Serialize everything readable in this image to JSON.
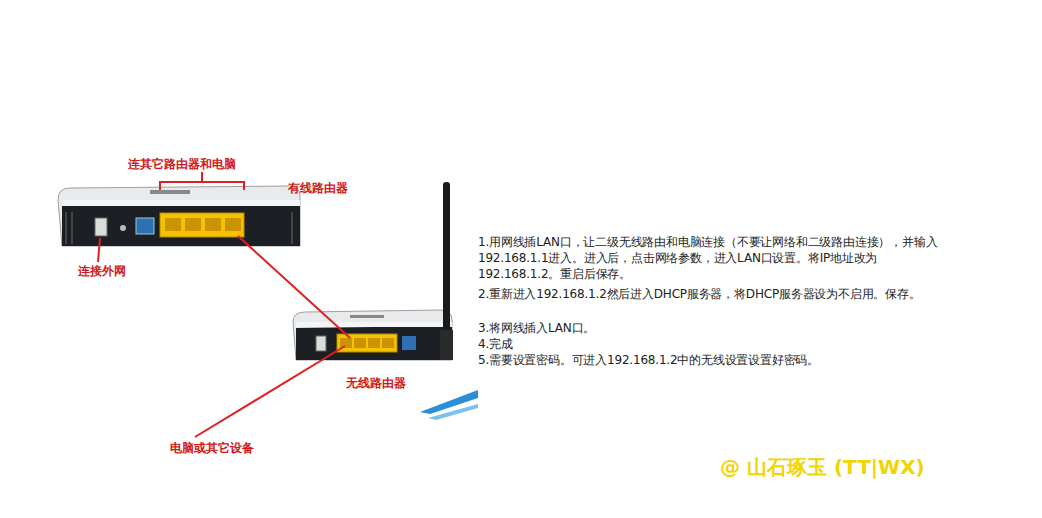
{
  "diagram": {
    "labels": [
      "连其它路由器和电脑",
      "有线路由器",
      "连接外网",
      "无线路由器",
      "电脑或其它设备",
      "1.用网线插LAN口，让二级无线路由和电脑连接（不要让网络和二级路由连接），并输入192.168.1.1进入。进入后，点击网络参数，进入LAN口设置。将IP地址改为192.168.1.2。重启后保存。",
      "2.重新进入192.168.1.2然后进入DHCP服务器，将DHCP服务器设为不启用。保存。",
      "3.将网线插入LAN口。",
      "4.完成",
      "5.需要设置密码。可进入192.168.1.2中的无线设置设置好密码。",
      "@ 山石琢玉 (TT|WX)"
    ]
  }
}
